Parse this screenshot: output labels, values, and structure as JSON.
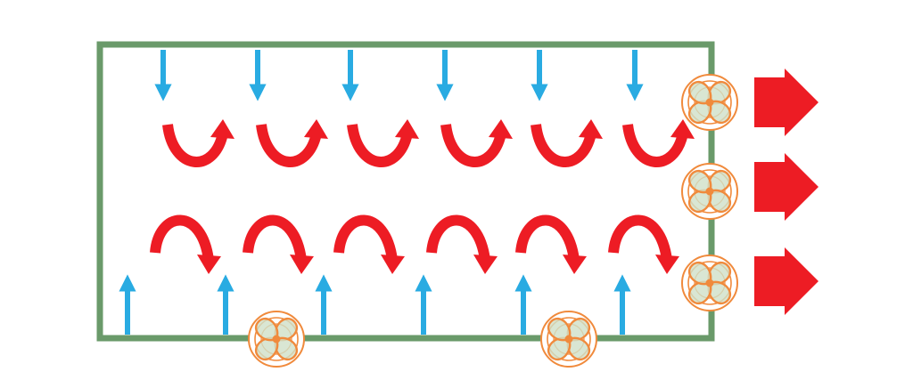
{
  "diagram": {
    "colors": {
      "background": "#ffffff",
      "enclosure": "#6a9a6a",
      "inflow": "#29abe2",
      "circulation": "#ed1c24",
      "fan": "#f08a3c",
      "fan_blade_fill": "#cfe0c8",
      "exhaust": "#ed1c24"
    },
    "icons": {
      "fan": "fan-icon",
      "inflow_arrow": "arrow-down-icon",
      "intake_arrow": "arrow-up-icon",
      "curl_up": "curl-arrow-up-icon",
      "curl_down": "curl-arrow-down-icon",
      "exhaust": "block-arrow-right-icon"
    },
    "counts": {
      "top_inflow_arrows": 6,
      "bottom_intake_arrows": 6,
      "upper_curl_arrows": 6,
      "lower_curl_arrows": 6,
      "bottom_fans": 2,
      "side_fans": 3,
      "exhaust_arrows": 3
    }
  }
}
